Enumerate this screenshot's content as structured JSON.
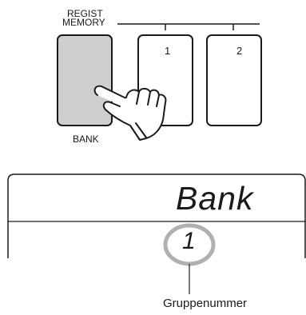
{
  "panel": {
    "regist_label": "REGIST",
    "memory_label": "MEMORY",
    "bank_label": "BANK",
    "memory_buttons": [
      "1",
      "2"
    ]
  },
  "display": {
    "text": "Bank",
    "group_number": "1"
  },
  "callout": {
    "label": "Gruppenummer"
  },
  "colors": {
    "bank_button_fill": "#cfcfcf",
    "circle_highlight": "#b0b0b0",
    "line": "#1a1a1a"
  },
  "icons": {
    "pressing_hand": "pointing-hand-icon"
  }
}
